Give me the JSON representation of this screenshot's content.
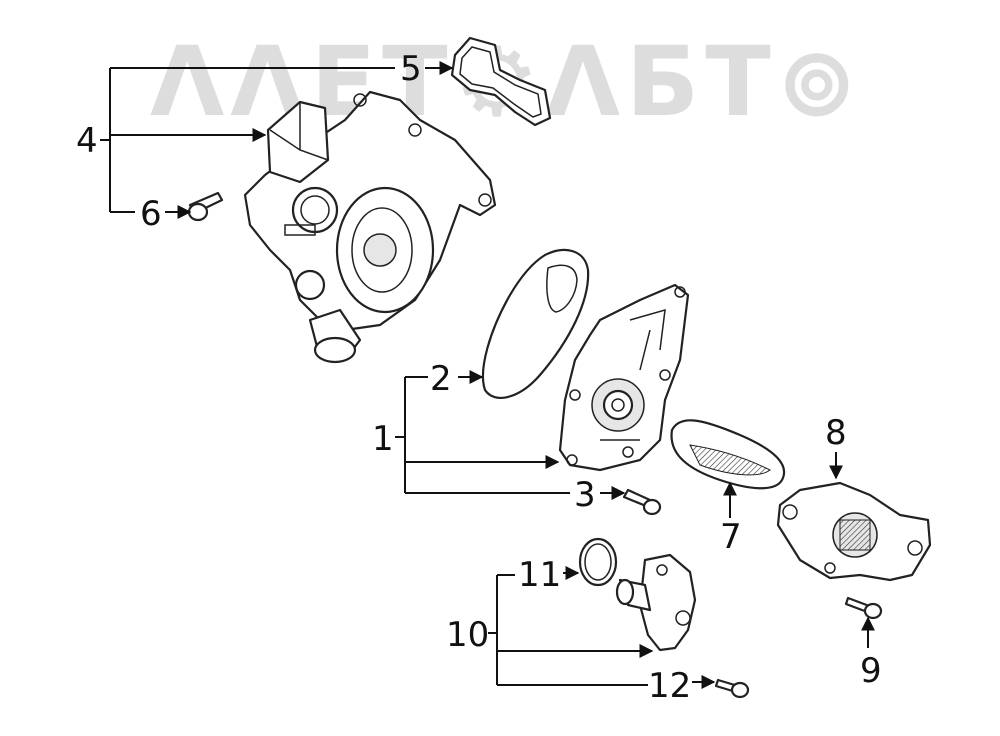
{
  "watermark": {
    "text": "ΛΛΕΤ⚙ΛБТ⊚"
  },
  "callouts": [
    {
      "id": "1",
      "label": "1"
    },
    {
      "id": "2",
      "label": "2"
    },
    {
      "id": "3",
      "label": "3"
    },
    {
      "id": "4",
      "label": "4"
    },
    {
      "id": "5",
      "label": "5"
    },
    {
      "id": "6",
      "label": "6"
    },
    {
      "id": "7",
      "label": "7"
    },
    {
      "id": "8",
      "label": "8"
    },
    {
      "id": "9",
      "label": "9"
    },
    {
      "id": "10",
      "label": "10"
    },
    {
      "id": "11",
      "label": "11"
    },
    {
      "id": "12",
      "label": "12"
    }
  ]
}
